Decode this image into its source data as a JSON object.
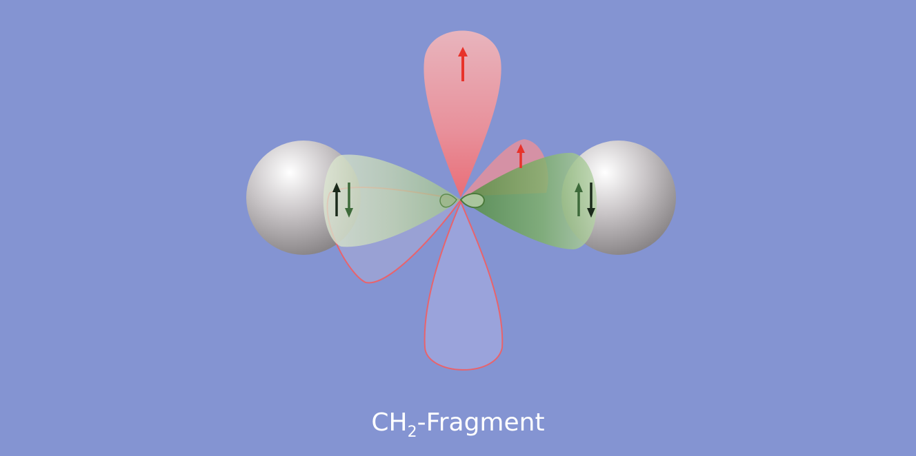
{
  "caption": {
    "prefix": "CH",
    "subscript": "2",
    "suffix": "-Fragment"
  },
  "colors": {
    "background": "#8494d2",
    "hydrogen": "#bdb9bb",
    "sp_orbital": "#6f9e56",
    "p_orbital_positive": "#ef8f95",
    "p_orbital_negative": "#a2a8de",
    "orbital_outline": "#e8636c",
    "electron_red": "#e8322a",
    "electron_dark": "#1b2a1b",
    "electron_green": "#3d6a3a",
    "caption_text": "#ffffff"
  },
  "electrons": {
    "p_z_top": "single-up",
    "p_y_back": "single-up",
    "bond_left": "pair",
    "bond_right": "pair"
  }
}
